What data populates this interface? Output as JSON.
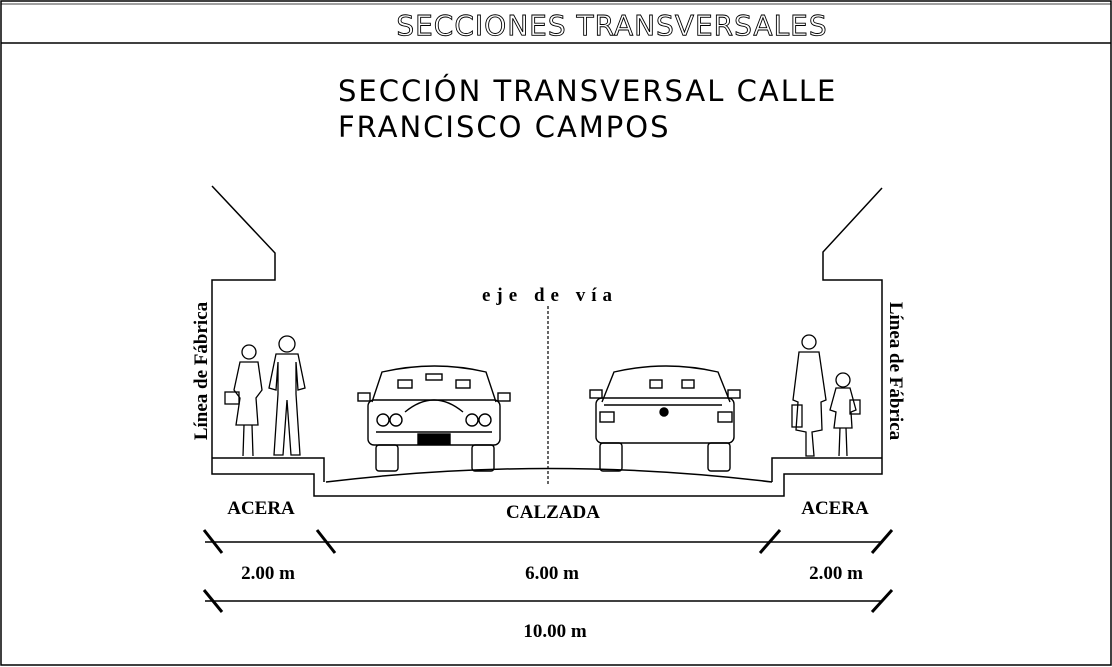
{
  "header": {
    "title": "SECCIONES TRANSVERSALES"
  },
  "section": {
    "title_line1": "SECCIÓN TRANSVERSAL CALLE",
    "title_line2": "FRANCISCO CAMPOS"
  },
  "labels": {
    "axis": "eje de vía",
    "left_line": "Línea de Fábrica",
    "right_line": "Línea de Fábrica",
    "left_zone": "ACERA",
    "center_zone": "CALZADA",
    "right_zone": "ACERA"
  },
  "dimensions": {
    "left": "2.00 m",
    "center": "6.00 m",
    "right": "2.00 m",
    "total": "10.00 m"
  },
  "colors": {
    "ink": "#000000",
    "paper": "#ffffff"
  },
  "icons": [
    "pedestrian-couple-icon",
    "car-front-icon",
    "car-rear-icon",
    "pedestrian-woman-child-icon"
  ]
}
